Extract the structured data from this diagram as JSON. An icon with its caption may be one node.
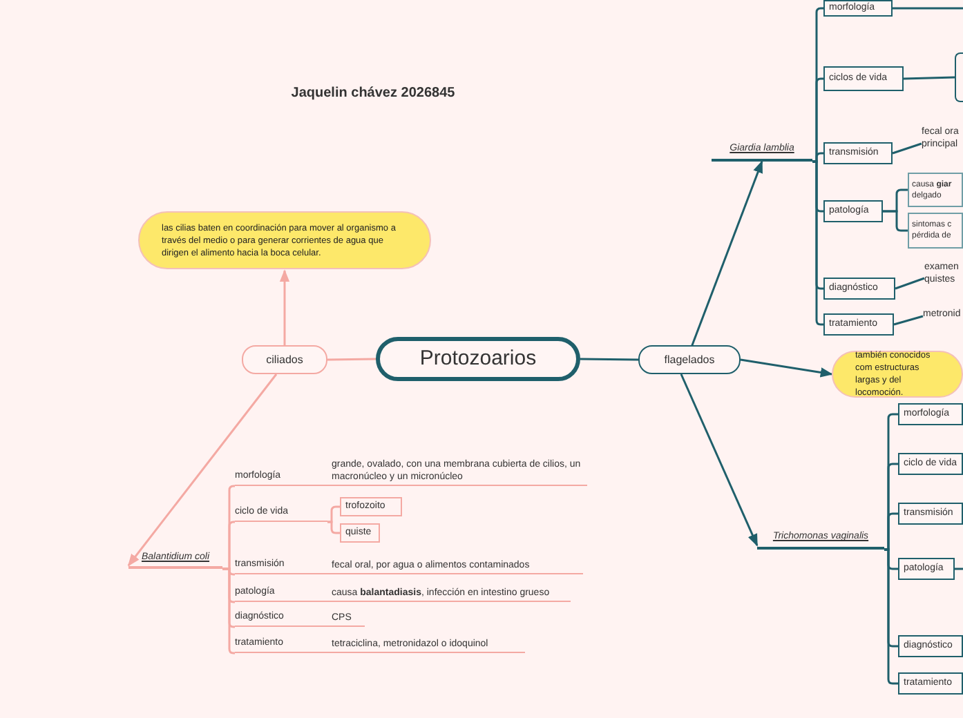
{
  "diagram": {
    "title": "Jaquelin chávez 2026845",
    "nodes": [
      {
        "text": [
          "Protozoarios"
        ]
      },
      {
        "text": [
          "ciliados"
        ]
      },
      {
        "text": [
          "las cilias baten en coordinación para mover al organismo a través del medio o para generar corrientes de agua que dirigen el alimento hacia la boca celular."
        ]
      },
      {
        "text": [
          "Balantidium coli"
        ]
      },
      {
        "text": [
          "morfología",
          "grande, ovalado, con una membrana cubierta de cilios, un macronúcleo y un micronúcleo"
        ]
      },
      {
        "text": [
          "ciclo de vida"
        ]
      },
      {
        "text": [
          "trofozoito"
        ]
      },
      {
        "text": [
          "quiste"
        ]
      },
      {
        "text": [
          "transmisión",
          "fecal oral, por agua o alimentos contaminados"
        ]
      },
      {
        "text": [
          "patología",
          "causa **balantadiasis**, infección en intestino grueso"
        ]
      },
      {
        "text": [
          "diagnóstico",
          "CPS"
        ]
      },
      {
        "text": [
          "tratamiento",
          "tetraciclina, metronidazol o idoquinol"
        ]
      },
      {
        "text": [
          "flagelados"
        ]
      },
      {
        "text": [
          "también conocidos com estructuras largas y del locomoción."
        ]
      },
      {
        "text": [
          "Giardia lamblia"
        ]
      },
      {
        "text": [
          "morfología"
        ]
      },
      {
        "text": [
          "ciclos de vida"
        ]
      },
      {
        "text": [],
        "shape": "box"
      },
      {
        "text": [
          "transmisión"
        ]
      },
      {
        "text": [
          "fecal ora principal"
        ]
      },
      {
        "text": [
          "patología"
        ]
      },
      {
        "text": [
          "causa **giar** delgado"
        ]
      },
      {
        "text": [
          "sintomas c pérdida de"
        ]
      },
      {
        "text": [
          "diagnóstico"
        ]
      },
      {
        "text": [
          "examen quistes"
        ]
      },
      {
        "text": [
          "tratamiento"
        ]
      },
      {
        "text": [
          "metronid"
        ]
      },
      {
        "text": [
          "Trichomonas vaginalis"
        ]
      },
      {
        "text": [
          "morfología"
        ]
      },
      {
        "text": [
          "ciclo de vida"
        ]
      },
      {
        "text": [
          "transmisión"
        ]
      },
      {
        "text": [
          "patología"
        ]
      },
      {
        "text": [
          "diagnóstico"
        ]
      },
      {
        "text": [
          "tratamiento"
        ]
      }
    ],
    "edges": [
      {
        "from": 0,
        "to": 1,
        "arrow": "none",
        "color": "#f4a9a3"
      },
      {
        "from": 1,
        "to": 2,
        "arrow": "to",
        "color": "#f4a9a3"
      },
      {
        "from": 1,
        "to": 3,
        "arrow": "to",
        "color": "#f4a9a3"
      },
      {
        "from": 3,
        "to": 4,
        "arrow": "none",
        "color": "#f4a9a3"
      },
      {
        "from": 3,
        "to": 5,
        "arrow": "none",
        "color": "#f4a9a3"
      },
      {
        "from": 3,
        "to": 8,
        "arrow": "none",
        "color": "#f4a9a3"
      },
      {
        "from": 3,
        "to": 9,
        "arrow": "none",
        "color": "#f4a9a3"
      },
      {
        "from": 3,
        "to": 10,
        "arrow": "none",
        "color": "#f4a9a3"
      },
      {
        "from": 3,
        "to": 11,
        "arrow": "none",
        "color": "#f4a9a3"
      },
      {
        "from": 5,
        "to": 6,
        "arrow": "none",
        "color": "#f4a9a3"
      },
      {
        "from": 5,
        "to": 7,
        "arrow": "none",
        "color": "#f4a9a3"
      },
      {
        "from": 0,
        "to": 12,
        "arrow": "none"
      },
      {
        "from": 12,
        "to": 13,
        "arrow": "to"
      },
      {
        "from": 12,
        "to": 14,
        "arrow": "to"
      },
      {
        "from": 12,
        "to": 27,
        "arrow": "to"
      },
      {
        "from": 14,
        "to": 15,
        "arrow": "none"
      },
      {
        "from": 14,
        "to": 16,
        "arrow": "none"
      },
      {
        "from": 14,
        "to": 18,
        "arrow": "none"
      },
      {
        "from": 14,
        "to": 20,
        "arrow": "none"
      },
      {
        "from": 14,
        "to": 23,
        "arrow": "none"
      },
      {
        "from": 14,
        "to": 25,
        "arrow": "none"
      },
      {
        "from": 16,
        "to": 17,
        "arrow": "none"
      },
      {
        "from": 18,
        "to": 19,
        "arrow": "none"
      },
      {
        "from": 20,
        "to": 21,
        "arrow": "none"
      },
      {
        "from": 20,
        "to": 22,
        "arrow": "none"
      },
      {
        "from": 23,
        "to": 24,
        "arrow": "none"
      },
      {
        "from": 25,
        "to": 26,
        "arrow": "none"
      },
      {
        "from": 15,
        "to": null,
        "arrow": "none"
      },
      {
        "from": 27,
        "to": 28,
        "arrow": "none"
      },
      {
        "from": 27,
        "to": 29,
        "arrow": "none"
      },
      {
        "from": 27,
        "to": 30,
        "arrow": "none"
      },
      {
        "from": 27,
        "to": 31,
        "arrow": "none"
      },
      {
        "from": 27,
        "to": 32,
        "arrow": "none"
      },
      {
        "from": 27,
        "to": 33,
        "arrow": "none"
      },
      {
        "from": 31,
        "to": null,
        "arrow": "none"
      }
    ]
  }
}
